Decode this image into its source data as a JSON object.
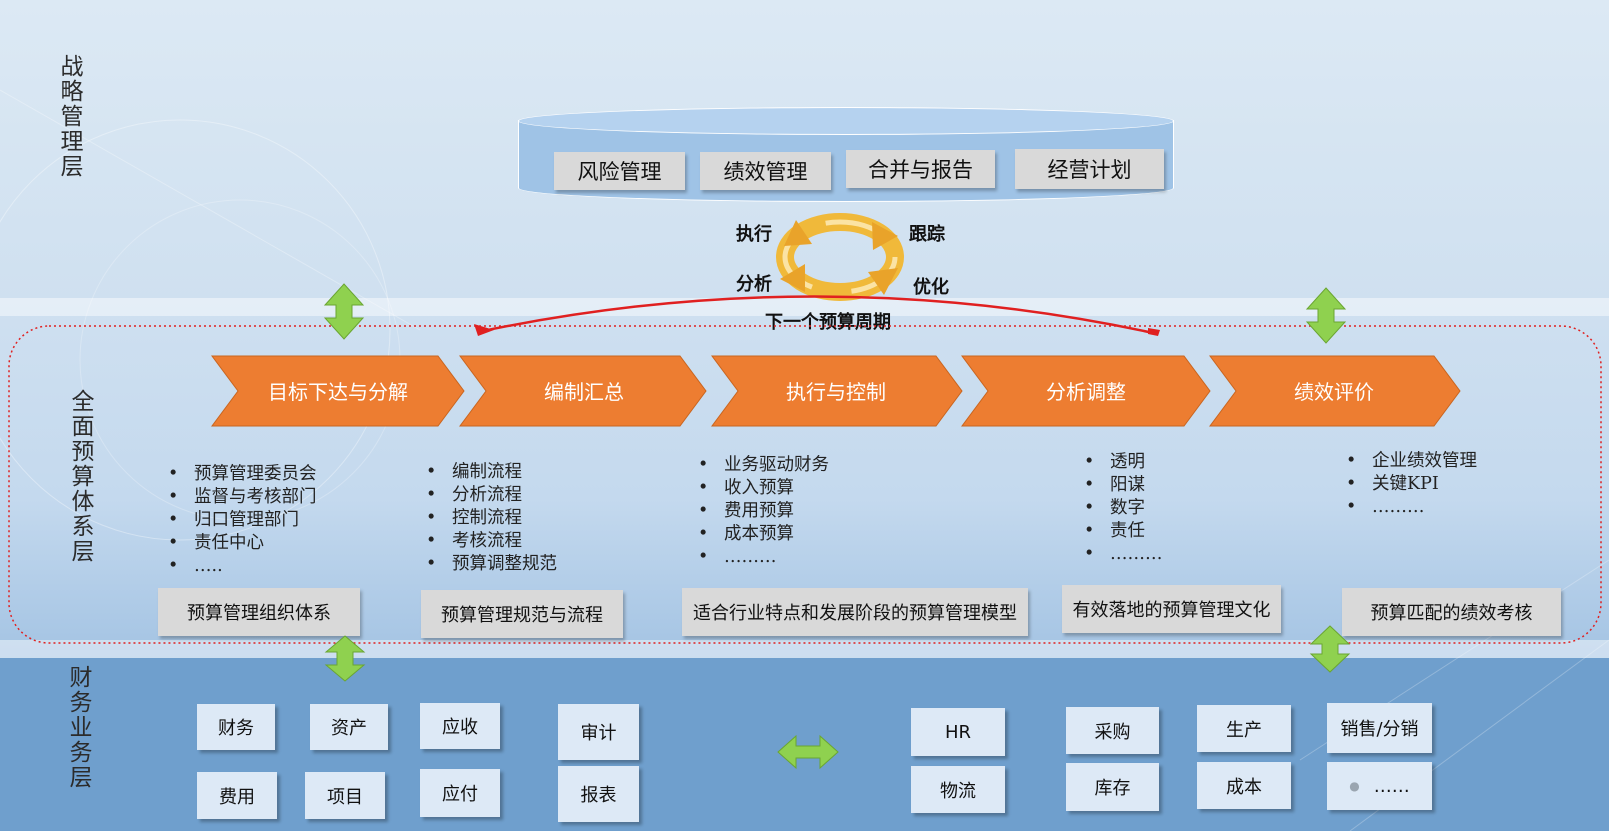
{
  "layers": {
    "strategy": "战略管理层",
    "budget": "全面预算体系层",
    "business": "财务业务层"
  },
  "strategy_boxes": [
    "风险管理",
    "绩效管理",
    "合并与报告",
    "经营计划"
  ],
  "cycle": {
    "exec": "执行",
    "track": "跟踪",
    "analyze": "分析",
    "optimize": "优化",
    "next_cycle": "下一个预算周期"
  },
  "process_steps": [
    "目标下达与分解",
    "编制汇总",
    "执行与控制",
    "分析调整",
    "绩效评价"
  ],
  "bullet_lists": [
    [
      "预算管理委员会",
      "监督与考核部门",
      "归口管理部门",
      "责任中心",
      "….."
    ],
    [
      "编制流程",
      "分析流程",
      "控制流程",
      "考核流程",
      "预算调整规范"
    ],
    [
      "业务驱动财务",
      "收入预算",
      "费用预算",
      "成本预算",
      "………"
    ],
    [
      "透明",
      "阳谋",
      "数字",
      "责任",
      "………"
    ],
    [
      "企业绩效管理",
      "关键KPI",
      "………"
    ]
  ],
  "system_labels": [
    "预算管理组织体系",
    "预算管理规范与流程",
    "适合行业特点和发展阶段的预算管理模型",
    "有效落地的预算管理文化",
    "预算匹配的绩效考核"
  ],
  "business_modules": {
    "finance": [
      "财务",
      "资产",
      "应收",
      "费用",
      "项目",
      "应付"
    ],
    "audit": [
      "审计",
      "报表"
    ],
    "operations": [
      "HR",
      "物流",
      "采购",
      "库存",
      "生产",
      "成本",
      "销售/分销",
      "……"
    ]
  },
  "colors": {
    "process_orange": "#ed7d31",
    "arrow_green": "#8fd14f",
    "cycle_red": "#e02020",
    "cycle_gold": "#f0b93a"
  },
  "icons": [
    "cycle-arrows-icon",
    "double-arrow-vertical-icon",
    "double-arrow-horizontal-icon"
  ]
}
